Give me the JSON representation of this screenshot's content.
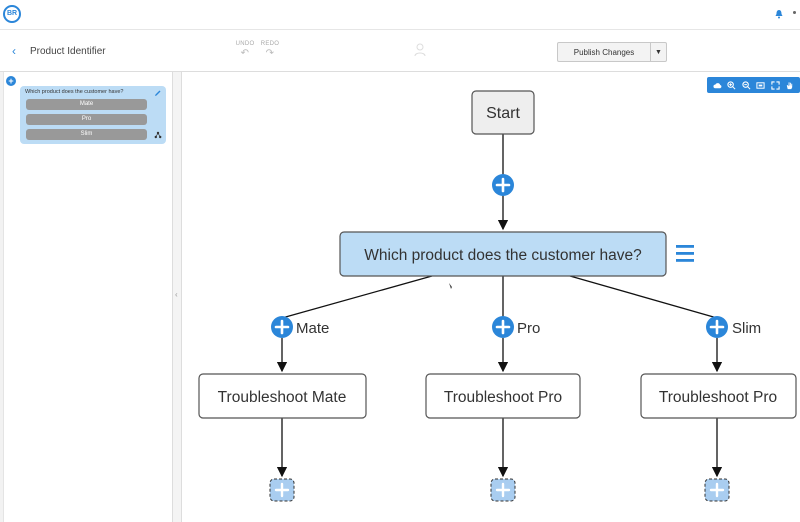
{
  "app": {
    "logo_text": "BR"
  },
  "toolbar": {
    "title": "Product Identifier",
    "undo_label": "UNDO",
    "redo_label": "REDO",
    "publish_label": "Publish Changes"
  },
  "outline": {
    "question": "Which product does the customer have?",
    "options": [
      "Mate",
      "Pro",
      "Slim"
    ]
  },
  "flow": {
    "start_label": "Start",
    "question_label": "Which product does the customer have?",
    "branches": [
      {
        "label": "Mate",
        "node": "Troubleshoot Mate"
      },
      {
        "label": "Pro",
        "node": "Troubleshoot Pro"
      },
      {
        "label": "Slim",
        "node": "Troubleshoot Pro"
      }
    ]
  },
  "colors": {
    "accent": "#2b86d9",
    "question_fill": "#bcdcf5",
    "start_fill": "#eeeeee",
    "node_border": "#555555"
  },
  "icons": {
    "zoom_toolbar": [
      "cloud-icon",
      "zoom-in-icon",
      "zoom-out-icon",
      "fit-icon",
      "expand-icon",
      "hand-icon"
    ]
  }
}
